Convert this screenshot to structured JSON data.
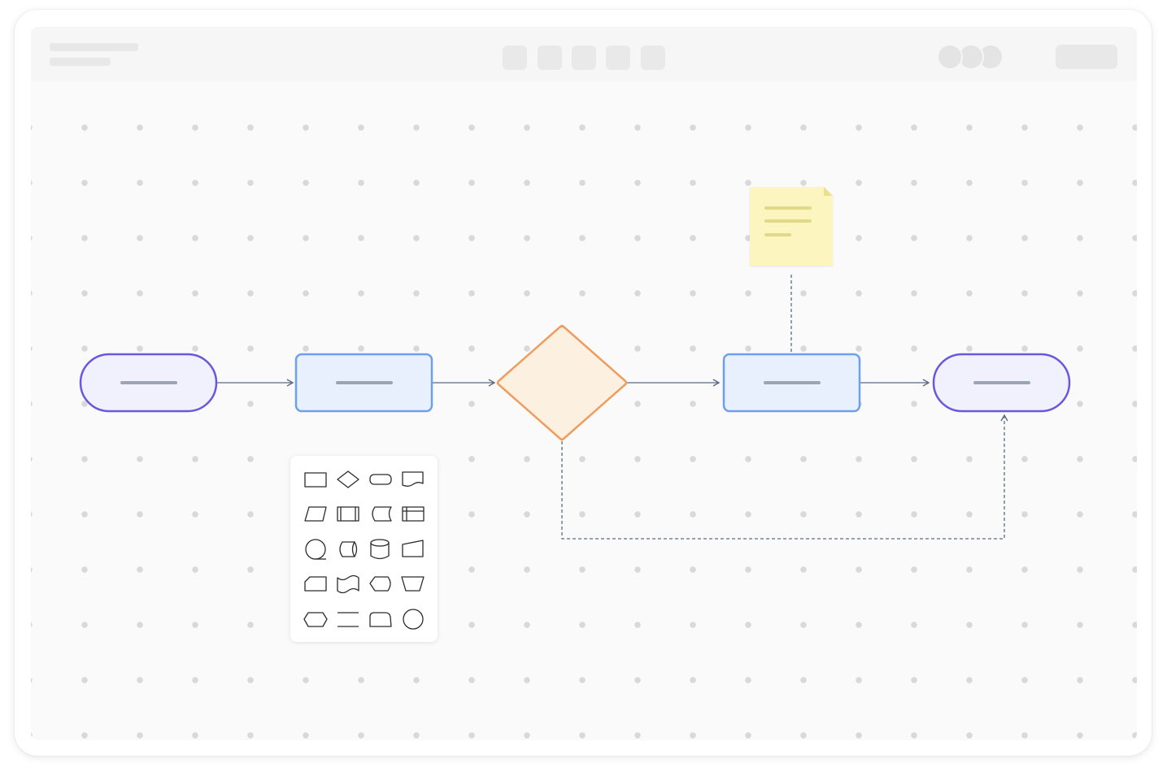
{
  "window": {
    "title_placeholder": "",
    "subtitle_placeholder": ""
  },
  "toolbar": {
    "tools": [
      "tool-1",
      "tool-2",
      "tool-3",
      "tool-4",
      "tool-5"
    ],
    "collaborators": [
      "avatar-1",
      "avatar-2",
      "avatar-3"
    ],
    "share_label": ""
  },
  "flowchart": {
    "nodes": [
      {
        "id": "start",
        "kind": "terminator",
        "label": "",
        "fill": "#f1f0fd",
        "stroke": "#6a57dc"
      },
      {
        "id": "process-1",
        "kind": "process",
        "label": "",
        "fill": "#e8f0fd",
        "stroke": "#6ea0ea"
      },
      {
        "id": "decision",
        "kind": "decision",
        "label": "",
        "fill": "#fcf1e0",
        "stroke": "#ef9d5f"
      },
      {
        "id": "process-2",
        "kind": "process",
        "label": "",
        "fill": "#e8f0fd",
        "stroke": "#6ea0ea"
      },
      {
        "id": "end",
        "kind": "terminator",
        "label": "",
        "fill": "#f1f0fd",
        "stroke": "#6a57dc"
      }
    ],
    "edges": [
      {
        "from": "start",
        "to": "process-1",
        "style": "solid"
      },
      {
        "from": "process-1",
        "to": "decision",
        "style": "solid"
      },
      {
        "from": "decision",
        "to": "process-2",
        "style": "solid"
      },
      {
        "from": "process-2",
        "to": "end",
        "style": "solid"
      },
      {
        "from": "decision",
        "to": "end",
        "style": "dashed"
      },
      {
        "from": "sticky-note",
        "to": "process-2",
        "style": "dashed"
      }
    ],
    "note": {
      "fill": "#fcf5c0",
      "line_color": "#e2d88a"
    }
  },
  "shape_palette": {
    "shapes": [
      "rectangle-icon",
      "diamond-icon",
      "rounded-rectangle-icon",
      "document-icon",
      "parallelogram-icon",
      "predefined-process-icon",
      "stored-data-icon",
      "internal-storage-icon",
      "sequential-data-icon",
      "direct-data-icon",
      "database-icon",
      "manual-input-icon",
      "card-icon",
      "punched-tape-icon",
      "display-icon",
      "manual-operation-icon",
      "preparation-icon",
      "parallel-mode-icon",
      "delay-icon",
      "connector-icon"
    ]
  },
  "colors": {
    "connector": "#5b6b85",
    "placeholder_text_bar": "#9aa4b5",
    "dot_grid": "#d9d9d9"
  }
}
